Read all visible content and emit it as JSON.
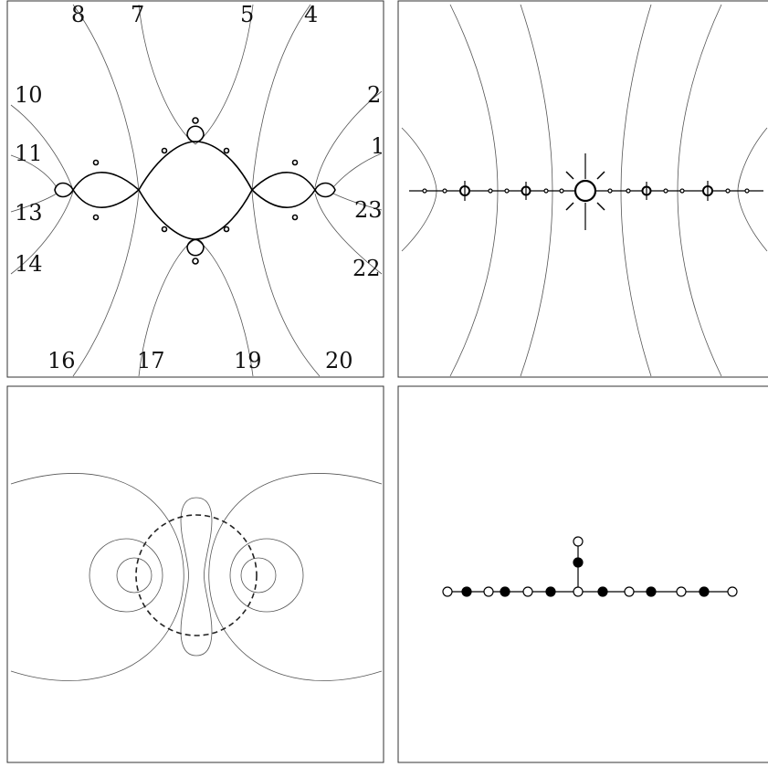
{
  "panel_a": {
    "ray_labels": [
      {
        "id": "8",
        "text": "8"
      },
      {
        "id": "7",
        "text": "7"
      },
      {
        "id": "5",
        "text": "5"
      },
      {
        "id": "4",
        "text": "4"
      },
      {
        "id": "10",
        "text": "10"
      },
      {
        "id": "2",
        "text": "2"
      },
      {
        "id": "11",
        "text": "11"
      },
      {
        "id": "1",
        "text": "1"
      },
      {
        "id": "13",
        "text": "13"
      },
      {
        "id": "23",
        "text": "23"
      },
      {
        "id": "14",
        "text": "14"
      },
      {
        "id": "22",
        "text": "22"
      },
      {
        "id": "16",
        "text": "16"
      },
      {
        "id": "17",
        "text": "17"
      },
      {
        "id": "19",
        "text": "19"
      },
      {
        "id": "20",
        "text": "20"
      }
    ]
  },
  "panel_d": {
    "tree_nodes": [
      "white",
      "black",
      "white",
      "black",
      "white",
      "black",
      "white",
      "black",
      "white",
      "black",
      "white",
      "black",
      "white",
      "black",
      "white"
    ]
  }
}
